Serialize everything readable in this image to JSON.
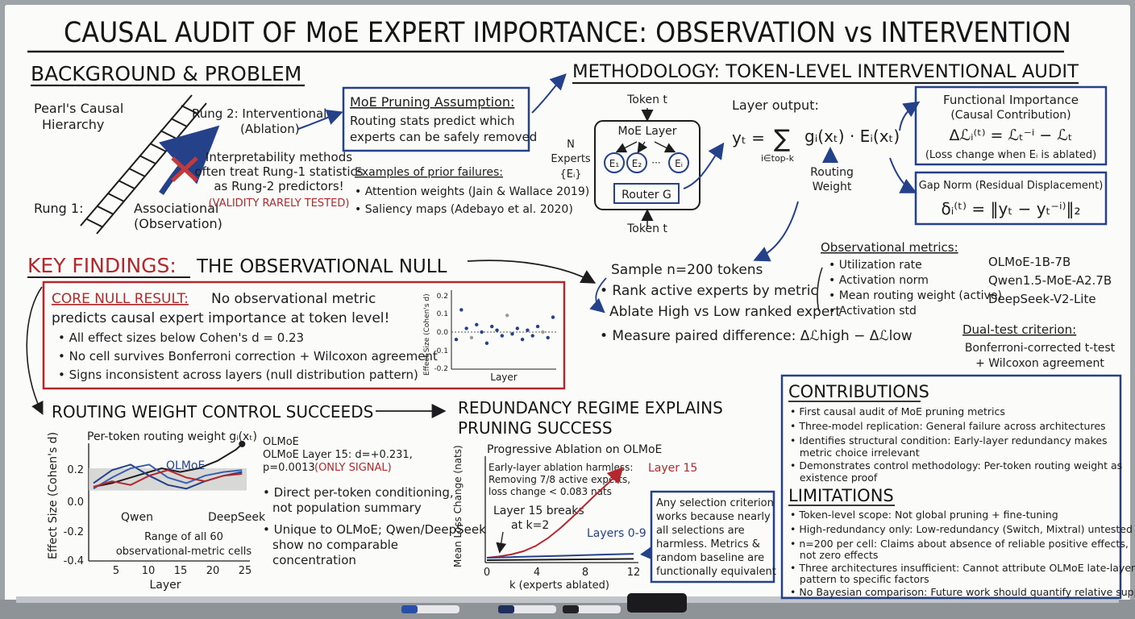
{
  "title": "CAUSAL AUDIT OF MoE EXPERT IMPORTANCE: OBSERVATION vs INTERVENTION",
  "background": {
    "heading": "BACKGROUND & PROBLEM",
    "hierarchy_title": [
      "Pearl's Causal",
      "Hierarchy"
    ],
    "rung2": [
      "Rung 2: Interventional",
      "(Ablation)"
    ],
    "rung1": "Rung 1:",
    "associational": [
      "Associational",
      "(Observation)"
    ],
    "interp": [
      "Interpretability methods",
      "often treat Rung-1 statistics",
      "as Rung-2 predictors!"
    ],
    "validity": "(VALIDITY RARELY TESTED)",
    "assumption_title": "MoE Pruning Assumption:",
    "assumption_body": [
      "Routing stats predict which",
      "experts can be safely removed"
    ],
    "failures_title": "Examples of prior failures:",
    "failures": [
      "• Attention weights (Jain & Wallace 2019)",
      "• Saliency maps (Adebayo et al. 2020)"
    ]
  },
  "methodology": {
    "heading": "METHODOLOGY: TOKEN-LEVEL INTERVENTIONAL AUDIT",
    "token_top": "Token t",
    "token_bottom": "Token t",
    "moe_layer": "MoE Layer",
    "experts_label": [
      "N",
      "Experts",
      "{Eᵢ}"
    ],
    "expert_nodes": [
      "E₁",
      "E₂",
      "···",
      "Eᵢ"
    ],
    "router": "Router G",
    "layer_output": "Layer output:",
    "formula_lhs": "yₜ =",
    "formula_sum": "∑",
    "formula_index": "i∈top-k",
    "formula_rhs": "gᵢ(xₜ) · Eᵢ(xₜ)",
    "routing_weight": [
      "Routing",
      "Weight"
    ],
    "functional_title": "Functional Importance",
    "functional_sub": "(Causal Contribution)",
    "functional_formula": "Δℒᵢ⁽ᵗ⁾ = ℒₜ⁻ⁱ − ℒₜ",
    "functional_note": "(Loss change when Eᵢ is ablated)",
    "gap_title": "Gap Norm (Residual Displacement)",
    "gap_formula": "δᵢ⁽ᵗ⁾ = ‖yₜ − yₜ⁻ⁱ⁾‖₂",
    "steps": [
      "Sample n=200 tokens",
      "• Rank active experts by metric",
      "Ablate High vs Low ranked expert",
      "• Measure paired difference: Δℒhigh − Δℒlow"
    ],
    "obs_title": "Observational metrics:",
    "obs_metrics": [
      "• Utilization rate",
      "• Activation norm",
      "• Mean routing weight (active)",
      "• Activation std"
    ],
    "models": [
      "OLMoE-1B-7B",
      "Qwen1.5-MoE-A2.7B",
      "DeepSeek-V2-Lite"
    ],
    "dual_title": "Dual-test criterion:",
    "dual_body": [
      "Bonferroni-corrected t-test",
      "+ Wilcoxon agreement"
    ]
  },
  "findings": {
    "heading_a": "KEY FINDINGS:",
    "heading_b": "THE OBSERVATIONAL NULL",
    "core_label": "CORE NULL RESULT:",
    "core_line1": "No observational metric",
    "core_line2": "predicts causal expert importance at token level!",
    "bullets": [
      "• All effect sizes below Cohen's d = 0.23",
      "• No cell survives Bonferroni correction + Wilcoxon agreement",
      "• Signs inconsistent across layers (null distribution pattern)"
    ]
  },
  "routing_control": {
    "heading": "ROUTING WEIGHT CONTROL SUCCEEDS",
    "points": [
      "• Direct per-token conditioning,",
      "not population summary",
      "• Unique to OLMoE; Qwen/DeepSeek",
      "show no comparable",
      "concentration"
    ]
  },
  "redundancy": {
    "heading": [
      "REDUNDANCY REGIME EXPLAINS",
      "PRUNING SUCCESS"
    ],
    "callout": [
      "Any selection criterion",
      "works because nearly",
      "all selections are",
      "harmless. Metrics &",
      "random baseline are",
      "functionally equivalent"
    ]
  },
  "contributions": {
    "heading": "CONTRIBUTIONS",
    "items": [
      "• First causal audit of MoE pruning metrics",
      "• Three-model replication: General failure across architectures",
      "• Identifies structural condition: Early-layer redundancy makes",
      "   metric choice irrelevant",
      "• Demonstrates control methodology: Per-token routing weight as",
      "   existence proof"
    ]
  },
  "limitations": {
    "heading": "LIMITATIONS",
    "items": [
      "• Token-level scope: Not global pruning + fine-tuning",
      "• High-redundancy only: Low-redundancy (Switch, Mixtral) untested",
      "• n=200 per cell: Claims about absence of reliable positive effects,",
      "   not zero effects",
      "• Three architectures insufficient: Cannot attribute OLMoE late-layer",
      "   pattern to specific factors",
      "• No Bayesian comparison: Future work should quantify relative support"
    ]
  },
  "colors": {
    "board": "#fbfbf9",
    "ink": "#1d1d1f",
    "blue": "#24418a",
    "red": "#b3282d",
    "frame": "#9ea3a8"
  },
  "chart_data": [
    {
      "type": "scatter",
      "xlabel": "Layer",
      "ylabel": "Effect Size (Cohen's d)",
      "ylim": [
        -0.2,
        0.2
      ],
      "yticks": [
        "0.2",
        "0.1",
        "0.0",
        "-0.1",
        "-0.2"
      ],
      "points": [
        [
          1,
          -0.04
        ],
        [
          2,
          0.12
        ],
        [
          3,
          0.02
        ],
        [
          4,
          -0.03
        ],
        [
          5,
          0.04
        ],
        [
          6,
          0.0
        ],
        [
          7,
          -0.06
        ],
        [
          8,
          0.03
        ],
        [
          9,
          0.01
        ],
        [
          10,
          -0.02
        ],
        [
          11,
          0.09
        ],
        [
          12,
          -0.01
        ],
        [
          13,
          0.02
        ],
        [
          14,
          -0.04
        ],
        [
          15,
          0.01
        ],
        [
          16,
          -0.02
        ],
        [
          17,
          0.03
        ],
        [
          18,
          0.0
        ],
        [
          19,
          -0.03
        ],
        [
          20,
          0.08
        ]
      ]
    },
    {
      "type": "line",
      "title": "Per-token routing weight gᵢ(xₜ)",
      "xlabel": "Layer",
      "ylabel": "Effect Size (Cohen's d)",
      "xlim": [
        1,
        26
      ],
      "ylim": [
        -0.4,
        0.2
      ],
      "xticks": [
        "5",
        "10",
        "15",
        "20",
        "25"
      ],
      "yticks": [
        "0.2",
        "0.0",
        "-0.2",
        "-0.4"
      ],
      "band_label": [
        "Range of all 60",
        "observational-metric cells"
      ],
      "band": [
        -0.02,
        0.1
      ],
      "annotation": [
        "OLMoE",
        "OLMoE Layer 15: d=+0.231,",
        "p=0.0013"
      ],
      "annotation_flag": "(ONLY SIGNAL)",
      "series": [
        {
          "name": "OLMoE",
          "x": [
            1,
            4,
            8,
            12,
            15,
            18,
            21,
            24,
            25
          ],
          "y": [
            0.0,
            0.02,
            0.06,
            0.1,
            0.08,
            0.1,
            0.14,
            0.2,
            0.231
          ]
        },
        {
          "name": "Qwen",
          "x": [
            1,
            4,
            7,
            10,
            13,
            16,
            19,
            22,
            25
          ],
          "y": [
            0.02,
            0.09,
            0.12,
            0.06,
            0.01,
            -0.01,
            0.03,
            0.06,
            0.08
          ]
        },
        {
          "name": "DeepSeek",
          "x": [
            1,
            4,
            7,
            10,
            13,
            16,
            19,
            22,
            25
          ],
          "y": [
            -0.01,
            0.05,
            0.1,
            0.12,
            0.05,
            0.02,
            0.06,
            0.08,
            0.09
          ]
        },
        {
          "name": "OLMoE-red",
          "x": [
            1,
            4,
            7,
            10,
            13,
            16,
            19,
            22,
            25
          ],
          "y": [
            0.0,
            0.03,
            0.01,
            0.06,
            0.09,
            0.05,
            0.03,
            0.06,
            0.07
          ]
        }
      ]
    },
    {
      "type": "line",
      "title": "Progressive Ablation on OLMoE",
      "xlabel": "k (experts ablated)",
      "ylabel": "Mean Loss Change (nats)",
      "xlim": [
        0,
        12
      ],
      "xticks": [
        "0",
        "4",
        "8",
        "12"
      ],
      "note": [
        "Early-layer ablation harmless:",
        "Removing 7/8 active experts,",
        "loss change < 0.083 nats"
      ],
      "break_note": [
        "Layer 15 breaks",
        "at k=2"
      ],
      "series": [
        {
          "name": "Layer 15",
          "x": [
            0,
            1,
            2,
            3,
            4,
            5,
            6,
            7,
            8,
            9,
            10,
            11
          ],
          "y": [
            0.0,
            0.02,
            0.05,
            0.1,
            0.18,
            0.3,
            0.45,
            0.62,
            0.8,
            0.98,
            1.15,
            1.35
          ]
        },
        {
          "name": "Layers 0-9",
          "x": [
            0,
            2,
            4,
            6,
            8,
            10,
            12
          ],
          "y": [
            0.0,
            0.01,
            0.02,
            0.03,
            0.04,
            0.05,
            0.06
          ]
        }
      ]
    }
  ]
}
